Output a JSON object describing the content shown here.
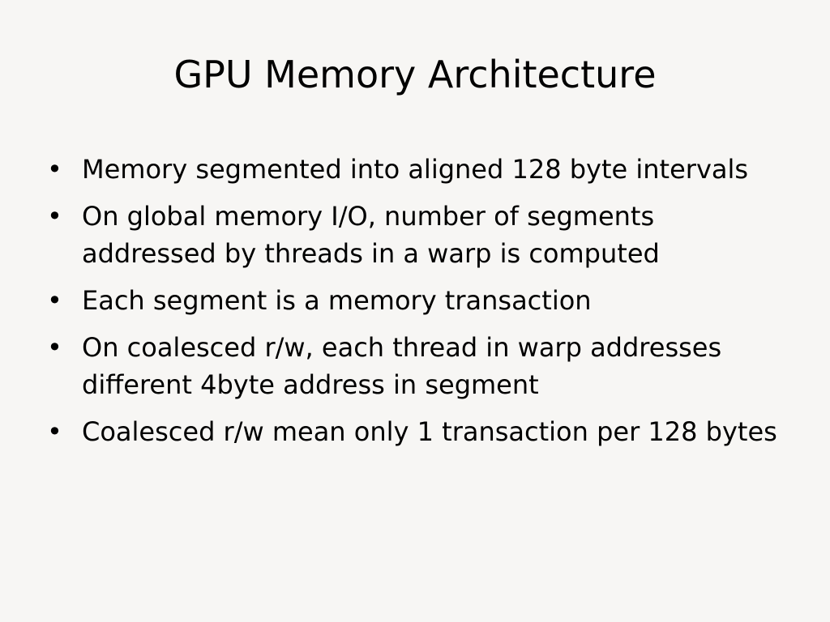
{
  "slide": {
    "title": "GPU Memory Architecture",
    "bullets": [
      {
        "text": "Memory segmented into aligned 128 byte intervals"
      },
      {
        "text": "On global memory I/O, number of segments addressed by threads in a warp is computed"
      },
      {
        "text": "Each segment is a memory transaction"
      },
      {
        "text": "On coalesced r/w, each thread in warp addresses different 4byte address in segment"
      },
      {
        "text": "Coalesced r/w mean only 1 transaction per 128 bytes"
      }
    ]
  },
  "colors": {
    "background": "#f7f6f4",
    "text": "#000000"
  }
}
